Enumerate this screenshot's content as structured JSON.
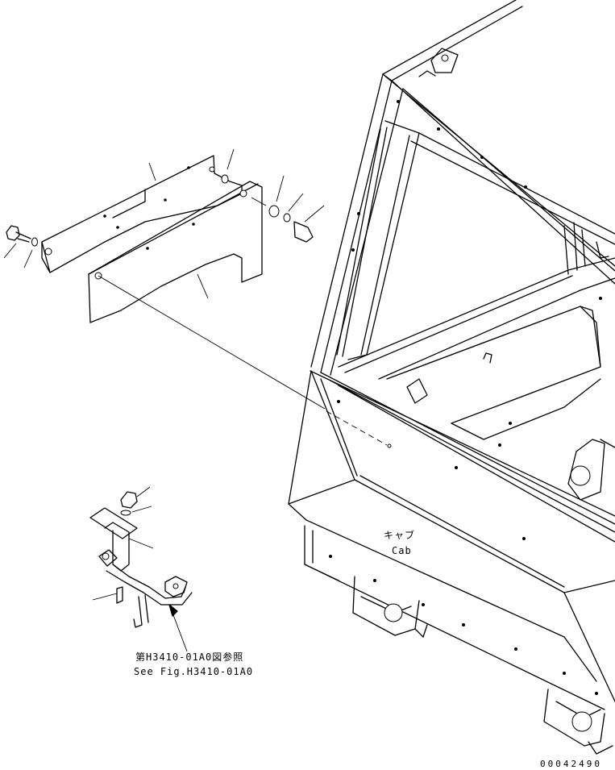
{
  "diagram": {
    "cab_label_jp": "キャブ",
    "cab_label_en": "Cab",
    "ref_jp": "第H3410-01A0図参照",
    "ref_en": "See Fig.H3410-01A0",
    "drawing_number": "00042490"
  }
}
